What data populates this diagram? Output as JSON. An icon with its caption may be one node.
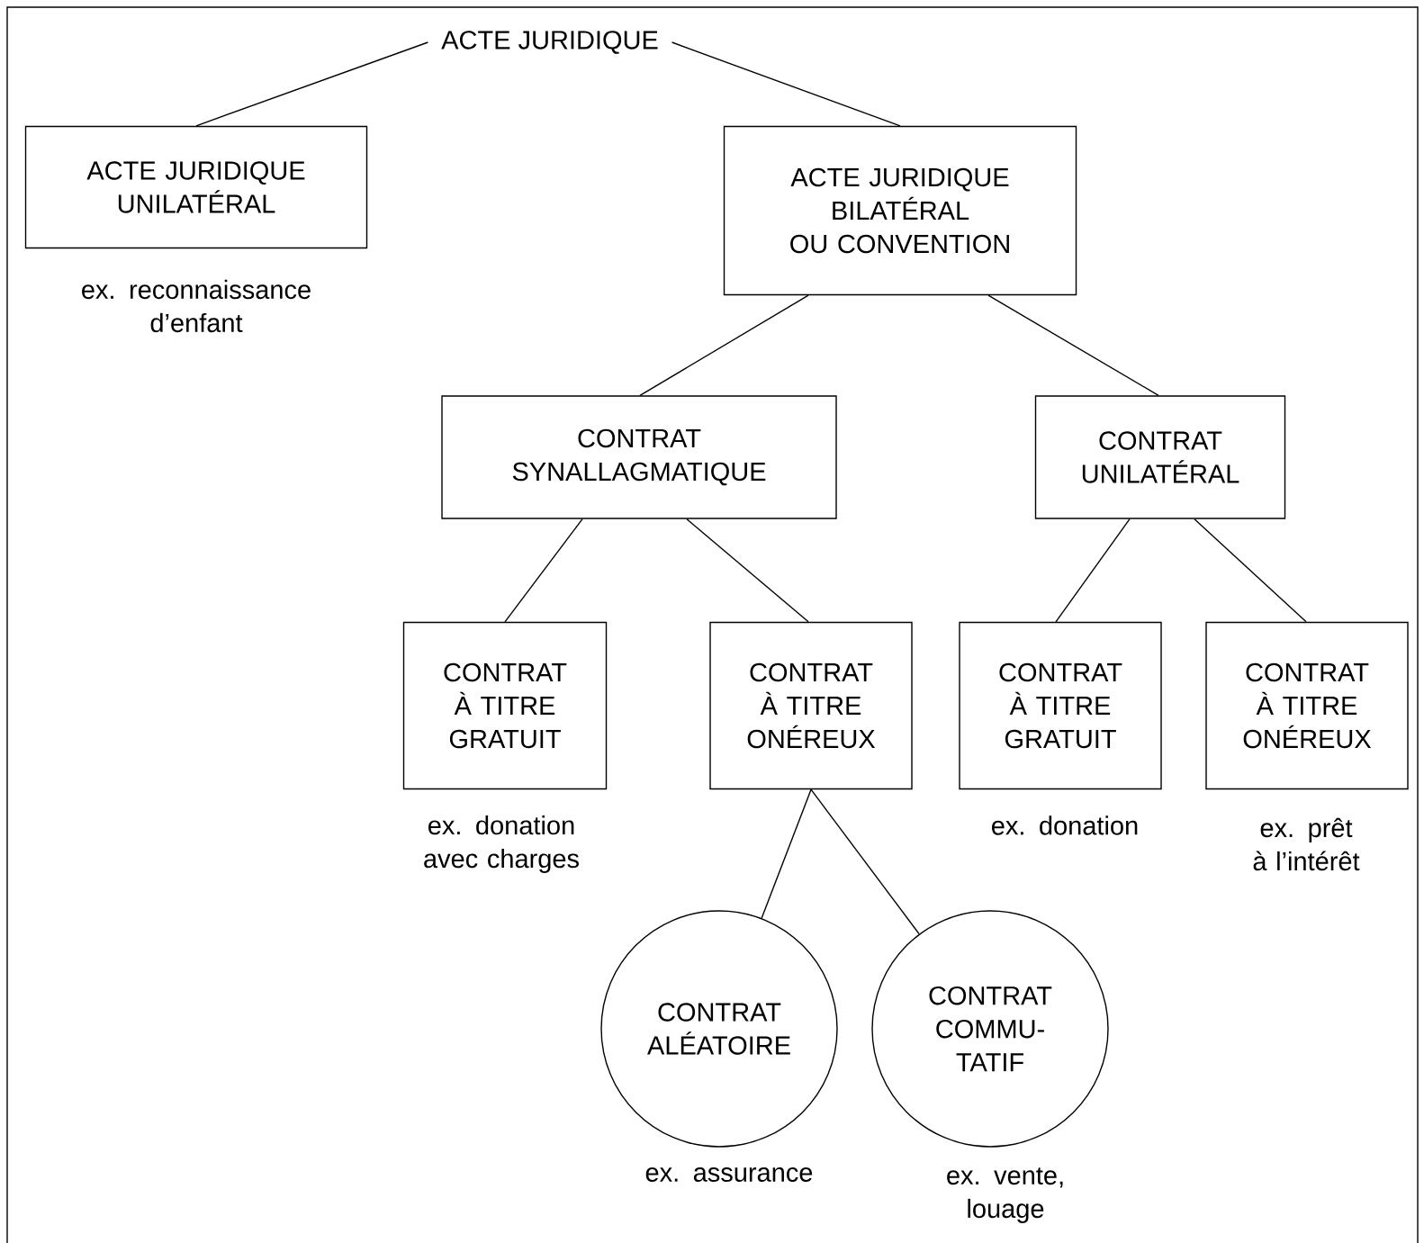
{
  "diagram": {
    "nodes": [
      {
        "text": [
          "ACTE JURIDIQUE"
        ]
      },
      {
        "text": [
          "ACTE JURIDIQUE UNILATÉRAL"
        ],
        "beside": [
          "ex. reconnaissance d’enfant"
        ]
      },
      {
        "text": [
          "ACTE JURIDIQUE BILATÉRAL OU CONVENTION"
        ]
      },
      {
        "text": [
          "CONTRAT SYNALLAGMATIQUE"
        ]
      },
      {
        "text": [
          "CONTRAT UNILATÉRAL"
        ]
      },
      {
        "text": [
          "CONTRAT À TITRE GRATUIT"
        ],
        "beside": [
          "ex. donation avec charges"
        ]
      },
      {
        "text": [
          "CONTRAT À TITRE ONÉREUX"
        ]
      },
      {
        "text": [
          "CONTRAT À TITRE GRATUIT"
        ],
        "beside": [
          "ex. donation"
        ]
      },
      {
        "text": [
          "CONTRAT À TITRE ONÉREUX"
        ],
        "beside": [
          "ex. prêt à l’intérêt"
        ]
      },
      {
        "text": [
          "CONTRAT ALÉATOIRE"
        ],
        "beside": [
          "ex. assurance"
        ]
      },
      {
        "text": [
          "CONTRAT COMMU- TATIF"
        ],
        "beside": [
          "ex. vente, louage"
        ]
      }
    ],
    "edges": [
      {
        "from": 0,
        "to": 1,
        "arrow": "none"
      },
      {
        "from": 0,
        "to": 2,
        "arrow": "none"
      },
      {
        "from": 2,
        "to": 3,
        "arrow": "none"
      },
      {
        "from": 2,
        "to": 4,
        "arrow": "none"
      },
      {
        "from": 3,
        "to": 5,
        "arrow": "none"
      },
      {
        "from": 3,
        "to": 6,
        "arrow": "none"
      },
      {
        "from": 4,
        "to": 7,
        "arrow": "none"
      },
      {
        "from": 4,
        "to": 8,
        "arrow": "none"
      },
      {
        "from": 6,
        "to": 9,
        "arrow": "none"
      },
      {
        "from": 6,
        "to": 10,
        "arrow": "none"
      }
    ]
  }
}
